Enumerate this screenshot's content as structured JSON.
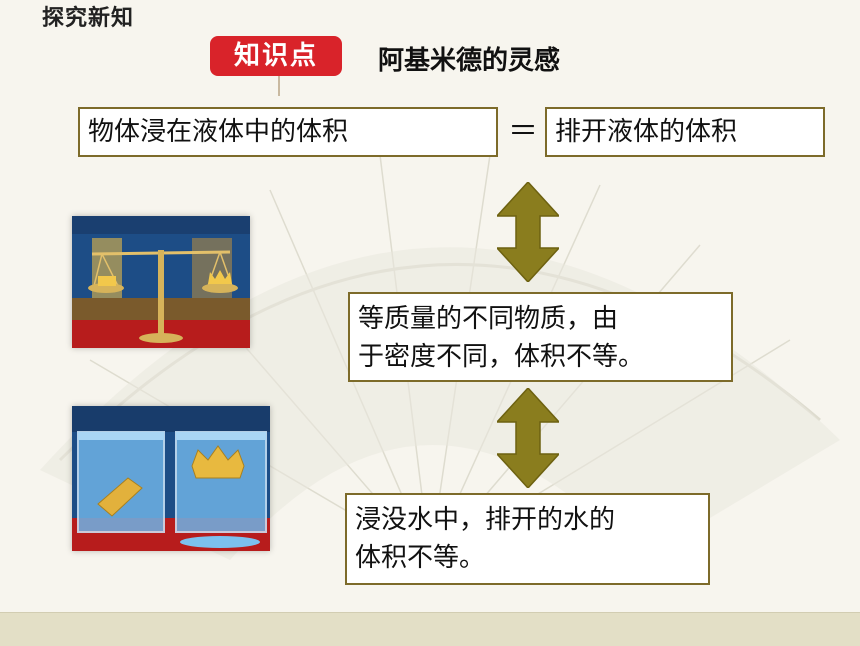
{
  "header": {
    "section_title": "探究新知"
  },
  "badge": {
    "label": "知识点"
  },
  "topic": {
    "title": "阿基米德的灵感"
  },
  "equation": {
    "left": "物体浸在液体中的体积",
    "operator": "＝",
    "right": "排开液体的体积"
  },
  "reasons": {
    "first": [
      "等质量的不同物质，由",
      "于密度不同，体积不等。"
    ],
    "second": [
      "浸没水中，排开的水的",
      "体积不等。"
    ]
  },
  "colors": {
    "badge": "#d9232a",
    "border": "#7d6b2a",
    "arrow": "#8a7d1e"
  },
  "icons": {
    "arrows": "double-arrow-vertical-icon"
  }
}
